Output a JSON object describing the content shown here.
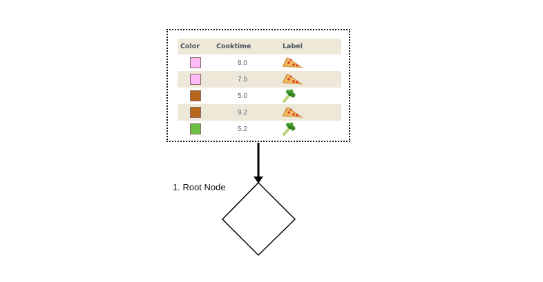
{
  "table": {
    "headers": {
      "color": "Color",
      "cooktime": "Cooktime",
      "label": "Label"
    },
    "rows": [
      {
        "color": "#fdbaf6",
        "cooktime": "8.0",
        "label_icon": "pizza-slice-icon"
      },
      {
        "color": "#fdbaf6",
        "cooktime": "7.5",
        "label_icon": "pizza-slice-icon"
      },
      {
        "color": "#b8661c",
        "cooktime": "5.0",
        "label_icon": "broccoli-icon"
      },
      {
        "color": "#b8661c",
        "cooktime": "9.2",
        "label_icon": "pizza-slice-icon"
      },
      {
        "color": "#6cbf44",
        "cooktime": "5.2",
        "label_icon": "broccoli-icon"
      }
    ]
  },
  "node": {
    "label": "1. Root Node"
  }
}
